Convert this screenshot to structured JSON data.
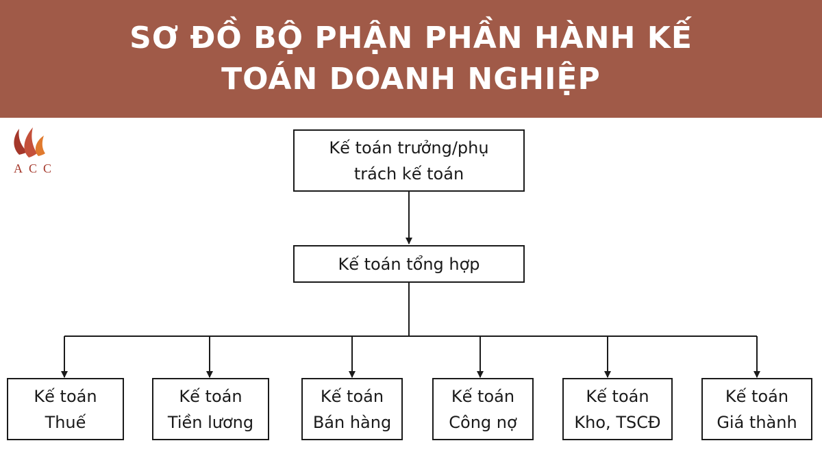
{
  "header": {
    "title_line1": "SƠ ĐỒ BỘ PHẬN PHẦN HÀNH KẾ",
    "title_line2": "TOÁN DOANH NGHIỆP",
    "background": "#a05a48"
  },
  "logo": {
    "text": "ACC",
    "color": "#a4372a"
  },
  "diagram": {
    "top": {
      "line1": "Kế toán trưởng/phụ",
      "line2": "trách kế toán"
    },
    "middle": {
      "label": "Kế toán tổng hợp"
    },
    "leaves": [
      {
        "line1": "Kế toán",
        "line2": "Thuế"
      },
      {
        "line1": "Kế toán",
        "line2": "Tiền lương"
      },
      {
        "line1": "Kế toán",
        "line2": "Bán hàng"
      },
      {
        "line1": "Kế toán",
        "line2": "Công nợ"
      },
      {
        "line1": "Kế toán",
        "line2": "Kho, TSCĐ"
      },
      {
        "line1": "Kế toán",
        "line2": "Giá thành"
      }
    ]
  }
}
